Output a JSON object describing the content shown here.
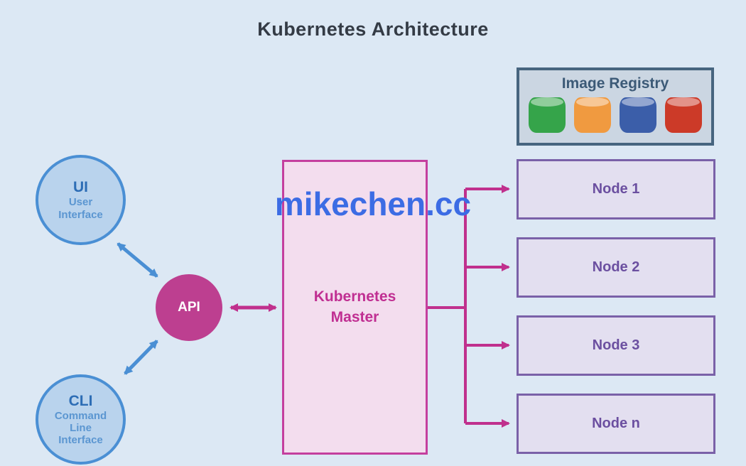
{
  "title": "Kubernetes Architecture",
  "watermark": "mikechen.cc",
  "colors": {
    "background": "#dce8f4",
    "blue_accent": "#4a8fd4",
    "magenta_accent": "#c0308d",
    "purple_accent": "#6b4fa0",
    "registry_border": "#47657f"
  },
  "registry": {
    "label": "Image Registry",
    "cylinders": [
      "#35a44a",
      "#f09a40",
      "#3b5ea9",
      "#cc3a28"
    ]
  },
  "ui_circle": {
    "title": "UI",
    "subtitle_line1": "User",
    "subtitle_line2": "Interface"
  },
  "cli_circle": {
    "title": "CLI",
    "subtitle_line1": "Command",
    "subtitle_line2": "Line",
    "subtitle_line3": "Interface"
  },
  "api": {
    "label": "API"
  },
  "master": {
    "label_line1": "Kubernetes",
    "label_line2": "Master"
  },
  "nodes": [
    {
      "label": "Node 1"
    },
    {
      "label": "Node 2"
    },
    {
      "label": "Node 3"
    },
    {
      "label": "Node n"
    }
  ]
}
